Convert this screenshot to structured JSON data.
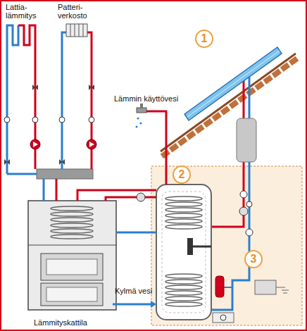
{
  "diagram": {
    "nodes": [
      {
        "text": [
          "1"
        ]
      },
      {
        "text": [
          "2"
        ]
      },
      {
        "text": [
          "3"
        ]
      }
    ],
    "labels": [
      "Lattia- lämmitys",
      "Patteri- verkosto",
      "Lämmin käyttövesi",
      "Kylmä vesi",
      "Lämmityskattila"
    ]
  }
}
